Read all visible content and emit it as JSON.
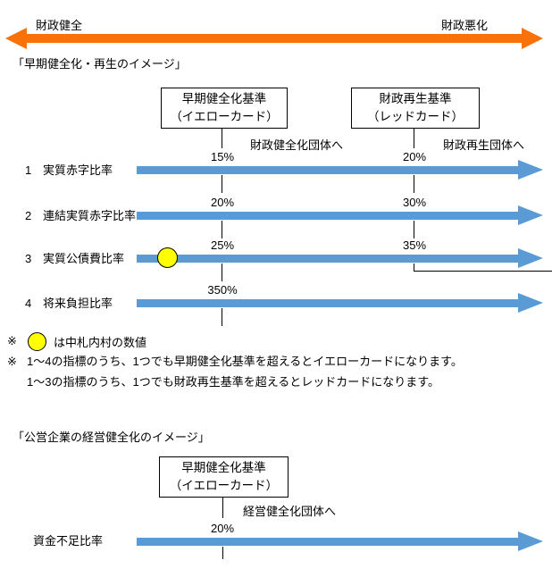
{
  "top_axis": {
    "left_label": "財政健全",
    "right_label": "財政悪化"
  },
  "section1": {
    "title": "「早期健全化・再生のイメージ」",
    "boxes": [
      {
        "line1": "早期健全化基準",
        "line2": "（イエローカード）"
      },
      {
        "line1": "財政再生基準",
        "line2": "（レッドカード）"
      }
    ],
    "zone_labels": [
      "財政健全化団体へ",
      "財政再生団体へ"
    ],
    "rows": [
      {
        "no": "1",
        "label": "実質赤字比率",
        "yellow_threshold": "15%",
        "red_threshold": "20%"
      },
      {
        "no": "2",
        "label": "連結実質赤字比率",
        "yellow_threshold": "20%",
        "red_threshold": "30%"
      },
      {
        "no": "3",
        "label": "実質公債費比率",
        "yellow_threshold": "25%",
        "red_threshold": "35%",
        "marker": "yellow-circle"
      },
      {
        "no": "4",
        "label": "将来負担比率",
        "yellow_threshold": "350%"
      }
    ]
  },
  "notes": {
    "note1": {
      "marker": "※",
      "text": "は中札内村の数値"
    },
    "note2": {
      "marker": "※",
      "line1": "1～4の指標のうち、1つでも早期健全化基準を超えるとイエローカードになります。",
      "line2": "1～3の指標のうち、1つでも財政再生基準を超えるとレッドカードになります。"
    }
  },
  "section2": {
    "title": "「公営企業の経営健全化のイメージ」",
    "box": {
      "line1": "早期健全化基準",
      "line2": "（イエローカード）"
    },
    "zone_label": "経営健全化団体へ",
    "row": {
      "label": "資金不足比率",
      "threshold": "20%"
    }
  },
  "colors": {
    "arrow_blue": "#5B9BD5",
    "axis_orange": "#F97109",
    "marker_yellow": "#FFFF00"
  }
}
